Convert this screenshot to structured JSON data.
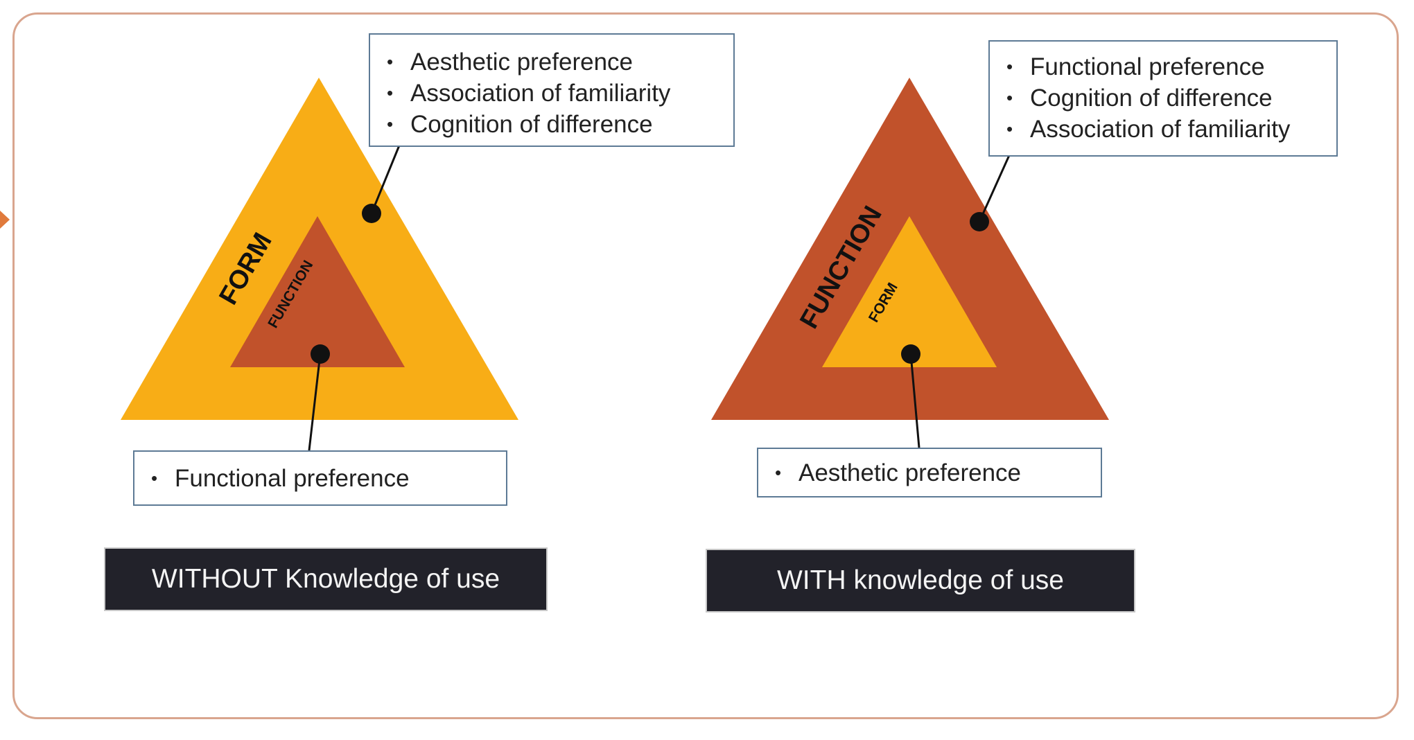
{
  "colors": {
    "orange": "#f8ad16",
    "rust": "#c1522b",
    "frame": "#d9a58e",
    "caption_bg": "#22222a",
    "callout_border": "#5d7a95"
  },
  "left_panel": {
    "outer_label": "FORM",
    "inner_label": "FUNCTION",
    "outer_callout": [
      "Aesthetic preference",
      "Association of familiarity",
      "Cognition of difference"
    ],
    "inner_callout": [
      "Functional preference"
    ],
    "caption": "WITHOUT Knowledge of use"
  },
  "right_panel": {
    "outer_label": "FUNCTION",
    "inner_label": "FORM",
    "outer_callout": [
      "Functional preference",
      "Cognition of difference",
      "Association of familiarity"
    ],
    "inner_callout": [
      "Aesthetic preference"
    ],
    "caption": "WITH knowledge of use"
  }
}
